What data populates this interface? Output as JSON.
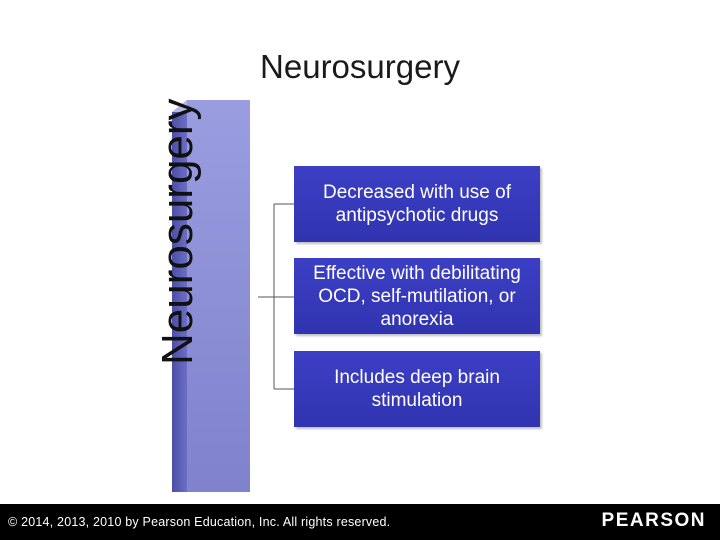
{
  "slide": {
    "title": "Neurosurgery",
    "vertical_label": "Neurosurgery"
  },
  "diagram": {
    "items": [
      {
        "text": "Decreased with use of antipsychotic drugs"
      },
      {
        "text": "Effective with debilitating OCD, self-mutilation, or anorexia"
      },
      {
        "text": "Includes deep brain stimulation"
      }
    ]
  },
  "footer": {
    "copyright": "© 2014, 2013, 2010 by Pearson Education, Inc. All rights reserved.",
    "logo": "PEARSON"
  },
  "colors": {
    "box_fill": "#3034b0",
    "bar_front": "#8f92d8",
    "bar_side": "#5d60b8",
    "footer_bg": "#000000"
  }
}
